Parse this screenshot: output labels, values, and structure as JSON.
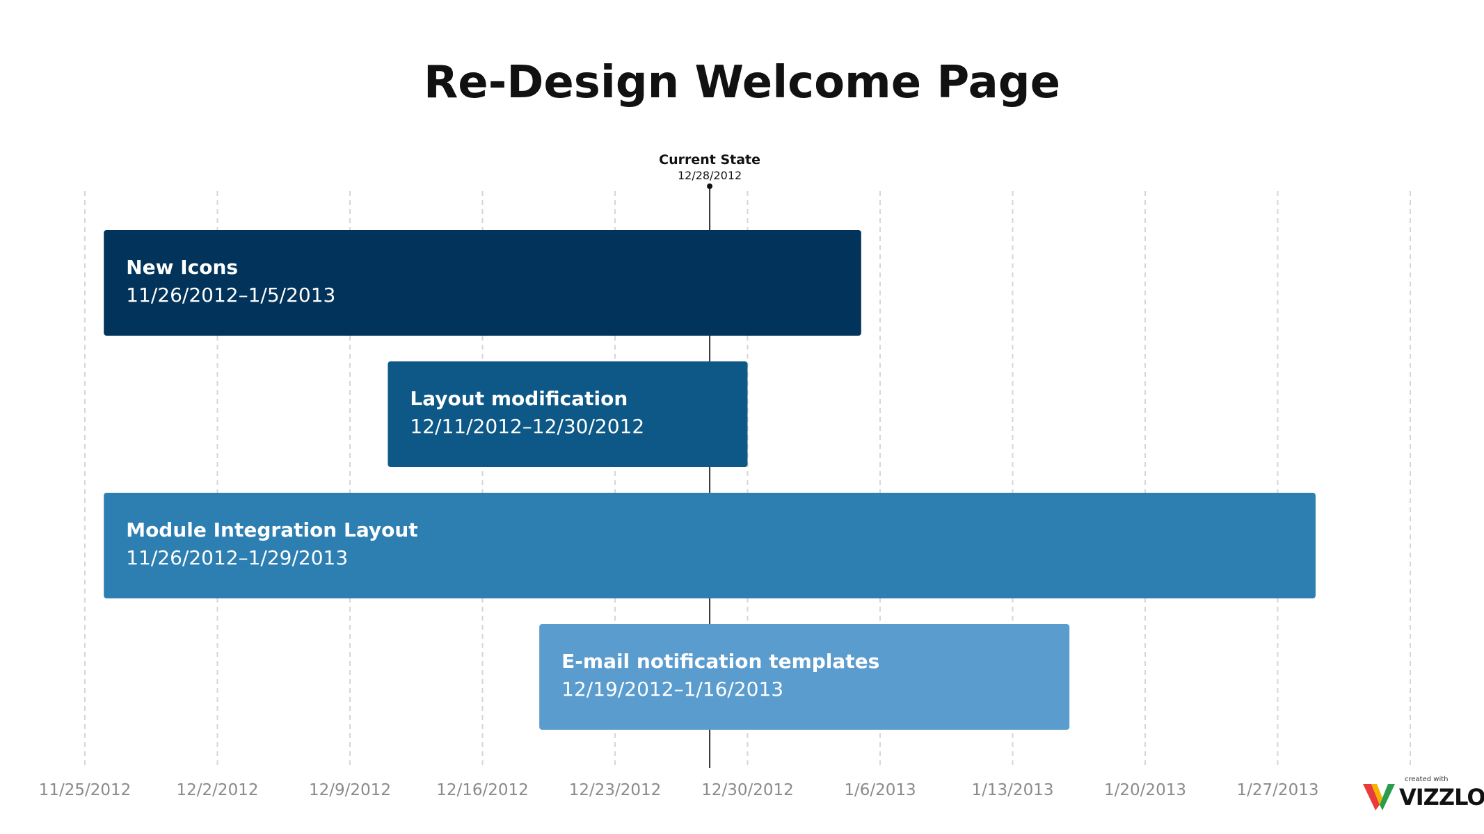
{
  "chart_data": {
    "type": "gantt",
    "title": "Re-Design Welcome Page",
    "x_axis": {
      "type": "date",
      "min": "2012-11-25",
      "max": "2013-02-03",
      "ticks": [
        "2012-11-25",
        "2012-12-02",
        "2012-12-09",
        "2012-12-16",
        "2012-12-23",
        "2012-12-30",
        "2013-01-06",
        "2013-01-13",
        "2013-01-20",
        "2013-01-27",
        "2013-02-03"
      ],
      "tick_labels": [
        "11/25/2012",
        "12/2/2012",
        "12/9/2012",
        "12/16/2012",
        "12/23/2012",
        "12/30/2012",
        "1/6/2013",
        "1/13/2013",
        "1/20/2013",
        "1/27/2013",
        ""
      ],
      "grid": true
    },
    "marker": {
      "label": "Current State",
      "date": "2012-12-28",
      "date_label": "12/28/2012"
    },
    "tasks": [
      {
        "name": "New Icons",
        "start": "2012-11-26",
        "end": "2013-01-05",
        "dates_label": "11/26/2012–1/5/2013",
        "color": "#02335a"
      },
      {
        "name": "Layout modification",
        "start": "2012-12-11",
        "end": "2012-12-30",
        "dates_label": "12/11/2012–12/30/2012",
        "color": "#0d5886"
      },
      {
        "name": "Module Integration Layout",
        "start": "2012-11-26",
        "end": "2013-01-29",
        "dates_label": "11/26/2012–1/29/2013",
        "color": "#2d7fb2"
      },
      {
        "name": "E-mail notification templates",
        "start": "2012-12-19",
        "end": "2013-01-16",
        "dates_label": "12/19/2012–1/16/2013",
        "color": "#5b9ccf"
      }
    ]
  },
  "branding": {
    "caption": "created with",
    "name": "VIZZLO",
    "colors": [
      "#e83c3c",
      "#f5b200",
      "#2a9d4b",
      "#2f7bd1"
    ]
  }
}
